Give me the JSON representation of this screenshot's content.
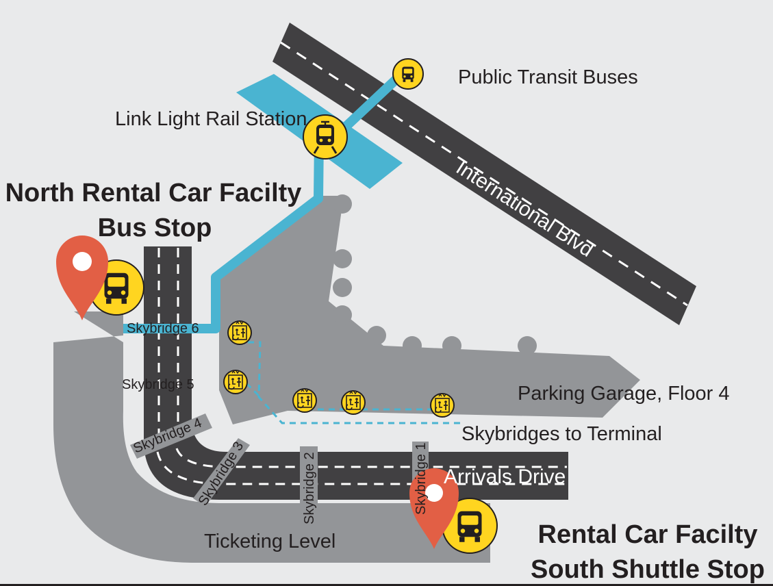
{
  "labels": {
    "public_transit": "Public Transit Buses",
    "light_rail": "Link Light Rail Station",
    "north_title_1": "North Rental Car Facilty",
    "north_title_2": "Bus Stop",
    "parking_garage": "Parking Garage, Floor 4",
    "skybridges_terminal": "Skybridges to Terminal",
    "arrivals_drive": "Arrivals Drive",
    "ticketing_level": "Ticketing Level",
    "south_title_1": "Rental Car Facilty",
    "south_title_2": "South Shuttle Stop",
    "international_blvd": "International Blvd"
  },
  "skybridges": [
    "Skybridge 6",
    "Skybridge 5",
    "Skybridge 4",
    "Skybridge 3",
    "Skybridge 2",
    "Skybridge 1"
  ],
  "colors": {
    "background": "#e9eaeb",
    "building": "#939598",
    "road": "#414042",
    "route": "#4ab4d1",
    "icon_yellow": "#ffd520",
    "pin": "#e25f45"
  },
  "icons": [
    "bus-icon",
    "train-icon",
    "elevator-icon",
    "map-pin-icon"
  ]
}
